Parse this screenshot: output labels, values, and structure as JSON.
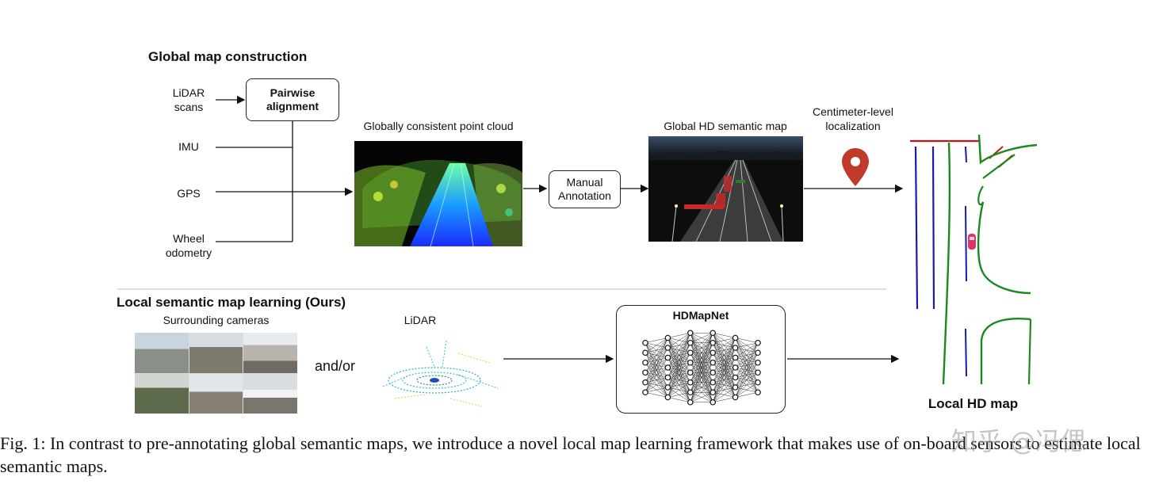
{
  "global_section": {
    "title": "Global map construction",
    "inputs": [
      "LiDAR\nscans",
      "IMU",
      "GPS",
      "Wheel\nodometry"
    ],
    "pairwise_box": "Pairwise\nalignment",
    "point_cloud_label": "Globally consistent point cloud",
    "manual_box": "Manual\nAnnotation",
    "semantic_map_label": "Global HD semantic map",
    "localization_label": "Centimeter-level\nlocalization"
  },
  "local_section": {
    "title": "Local semantic map learning (Ours)",
    "cameras_label": "Surrounding cameras",
    "andor_label": "and/or",
    "lidar_label": "LiDAR",
    "network_label": "HDMapNet",
    "output_label": "Local HD map"
  },
  "caption": {
    "text": "Fig. 1:  In contrast to pre-annotating global semantic maps, we introduce a novel local map learning framework that makes use of on-board sensors to estimate local semantic maps."
  },
  "watermark": "知乎 @冯偲",
  "colors": {
    "lane_divider": "#1a1aa8",
    "road_boundary": "#1a8a1a",
    "ped_crossing": "#c01818",
    "pin": "#c0392b",
    "vehicle": "#e0356b"
  }
}
